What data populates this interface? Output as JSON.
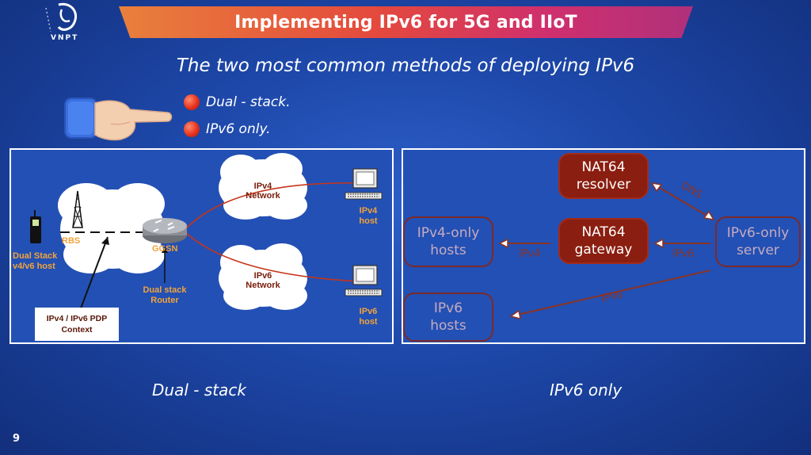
{
  "header": {
    "title": "Implementing IPv6 for 5G and IIoT",
    "logo_text": "VNPT"
  },
  "subtitle": "The two most common methods of deploying IPv6",
  "bullets": [
    {
      "label": "Dual - stack."
    },
    {
      "label": "IPv6 only."
    }
  ],
  "dual_stack_diagram": {
    "ipv4_network": "IPv4\nNetwork",
    "ipv6_network": "IPv6\nNetwork",
    "ipv4_host": "IPv4\nhost",
    "ipv6_host": "IPv6\nhost",
    "rbs": "RBS",
    "ggsn": "GGSN",
    "dual_stack_host": "Dual Stack\nv4/v6  host",
    "dual_stack_router": "Dual stack\nRouter",
    "pdp_context": "IPv4 / IPv6 PDP\nContext"
  },
  "ipv6_only_diagram": {
    "nat64_resolver": "NAT64\nresolver",
    "nat64_gateway": "NAT64\ngateway",
    "ipv4_only_hosts": "IPv4-only\nhosts",
    "ipv6_only_server": "IPv6-only\nserver",
    "ipv6_hosts": "IPv6\nhosts",
    "label_dns": "DNS",
    "label_ipv4": "IPv4",
    "label_ipv6_a": "IPv6",
    "label_ipv6_b": "IPv6"
  },
  "captions": {
    "left": "Dual - stack",
    "right": "IPv6 only"
  },
  "page_number": "9",
  "colors": {
    "banner_start": "#e9803c",
    "banner_end": "#b0307a",
    "bullet": "#e8321c",
    "node_dark_red": "#8a1e10",
    "background": "#1d47a8"
  }
}
